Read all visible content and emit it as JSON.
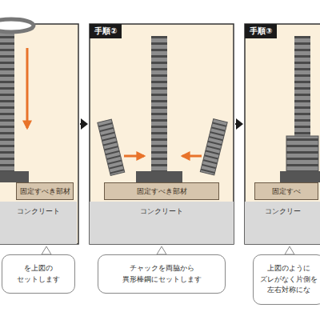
{
  "diagram": {
    "nodes": [
      {
        "text": []
      },
      {
        "text": [
          "固定すべき部材"
        ],
        "in": 0
      },
      {
        "text": [
          "コンクリート"
        ],
        "in": 0
      },
      {
        "text": [
          "を上図の セットします"
        ]
      },
      {
        "text": [
          "手順②"
        ]
      },
      {
        "text": [
          "固定すべき部材"
        ],
        "in": 4
      },
      {
        "text": [
          "コンクリート"
        ],
        "in": 4
      },
      {
        "text": [
          "チャックを両脇から 異形棒鋼にセットします"
        ]
      },
      {
        "text": [
          "手順③"
        ]
      },
      {
        "text": [
          "固定すべ"
        ],
        "in": 8
      },
      {
        "text": [
          "コンクリー"
        ],
        "in": 8
      },
      {
        "text": [
          "上図のように ズレがなく片側を 左右対称にな"
        ]
      }
    ],
    "edges": [
      {
        "from": 0,
        "to": 4,
        "arrow": "to"
      },
      {
        "from": 4,
        "to": 8,
        "arrow": "to"
      }
    ]
  }
}
